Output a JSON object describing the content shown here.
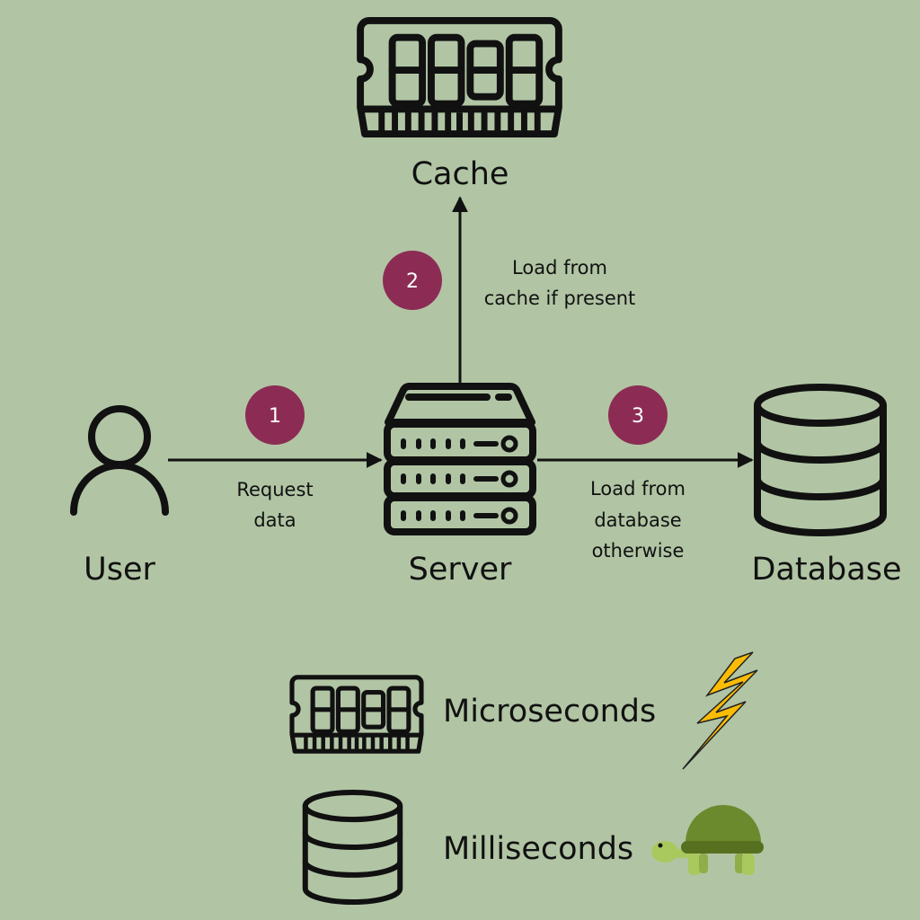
{
  "nodes": {
    "cache": "Cache",
    "user": "User",
    "server": "Server",
    "database": "Database"
  },
  "steps": [
    {
      "number": "1",
      "label_lines": [
        "Request",
        "data"
      ]
    },
    {
      "number": "2",
      "label_lines": [
        "Load from",
        "cache if present"
      ]
    },
    {
      "number": "3",
      "label_lines": [
        "Load from",
        "database",
        "otherwise"
      ]
    }
  ],
  "legend": {
    "fast": "Microseconds",
    "slow": "Milliseconds"
  },
  "colors": {
    "background": "#b1c5a4",
    "badge": "#8c2c54",
    "lightning": "#fbbc05",
    "turtle_shell": "#6b8a2e",
    "turtle_body": "#a9c95f"
  },
  "icons": [
    "ram-icon",
    "user-icon",
    "server-icon",
    "database-icon",
    "lightning-icon",
    "turtle-icon"
  ]
}
